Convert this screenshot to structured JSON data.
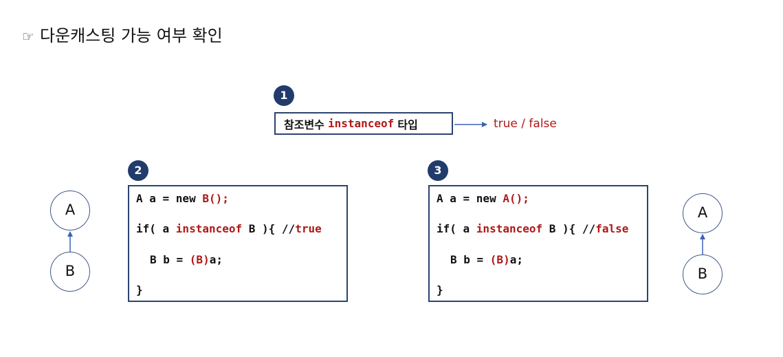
{
  "title": {
    "icon": "☞",
    "text": "다운캐스팅 가능 여부 확인"
  },
  "step1": {
    "badge": "1",
    "expr_var": "참조변수",
    "expr_keyword": "instanceof",
    "expr_type": "타입",
    "result": "true / false"
  },
  "step2": {
    "badge": "2",
    "lines": [
      [
        "A a = new ",
        "B();"
      ],
      [
        "if( a ",
        "instanceof",
        " B ){ //",
        "true"
      ],
      [
        "B b = ",
        "(B)",
        "a;"
      ],
      [
        "}"
      ]
    ]
  },
  "step3": {
    "badge": "3",
    "lines": [
      [
        "A a = new ",
        "A();"
      ],
      [
        "if( a ",
        "instanceof",
        " B ){ //",
        "false"
      ],
      [
        "B b = ",
        "(B)",
        "a;"
      ],
      [
        "}"
      ]
    ]
  },
  "hierarchy_left": {
    "parent": "A",
    "child": "B"
  },
  "hierarchy_right": {
    "parent": "A",
    "child": "B"
  },
  "colors": {
    "accent_red": "#b01818",
    "border_navy": "#2b4370",
    "badge_navy": "#213b6b",
    "arrow_blue": "#3b62b5"
  }
}
